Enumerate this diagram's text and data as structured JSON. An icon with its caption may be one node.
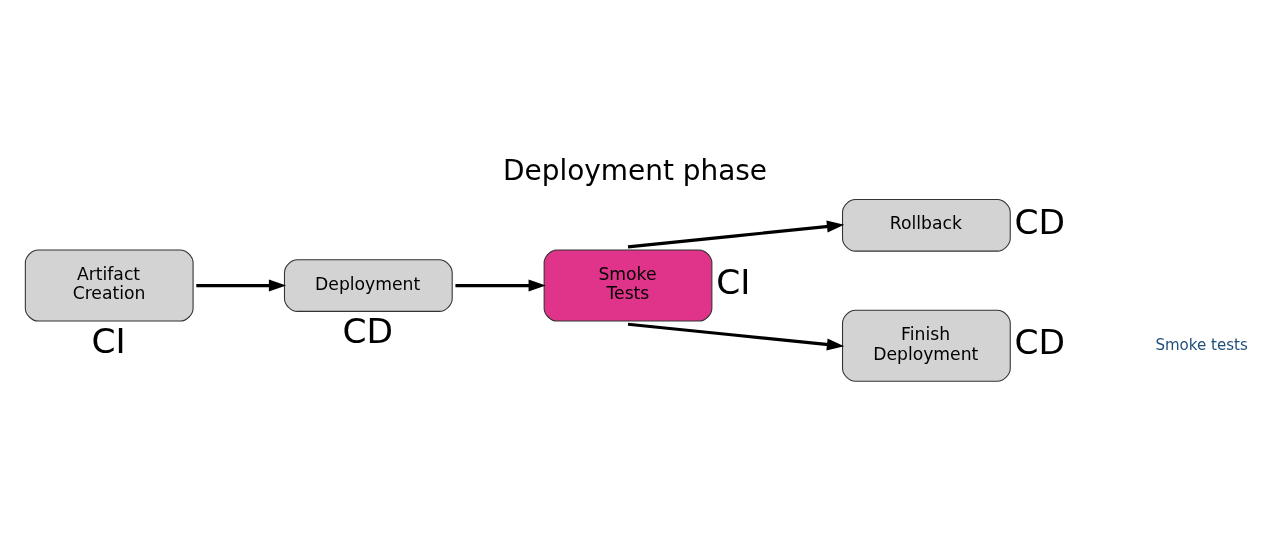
{
  "diagram": {
    "title": "Deployment phase",
    "caption": "Smoke tests",
    "nodes": [
      {
        "text": [
          "Artifact Creation"
        ],
        "beside": [
          "CI"
        ]
      },
      {
        "text": [
          "Deployment"
        ],
        "beside": [
          "CD"
        ]
      },
      {
        "text": [
          "Smoke Tests"
        ],
        "beside": [
          "CI"
        ]
      },
      {
        "text": [
          "Rollback"
        ],
        "beside": [
          "CD"
        ]
      },
      {
        "text": [
          "Finish Deployment"
        ],
        "beside": [
          "CD"
        ]
      }
    ],
    "edges": [
      {
        "from": 0,
        "to": 1,
        "arrow": "to"
      },
      {
        "from": 1,
        "to": 2,
        "arrow": "to"
      },
      {
        "from": 2,
        "to": 3,
        "arrow": "to"
      },
      {
        "from": 2,
        "to": 4,
        "arrow": "to"
      }
    ]
  }
}
